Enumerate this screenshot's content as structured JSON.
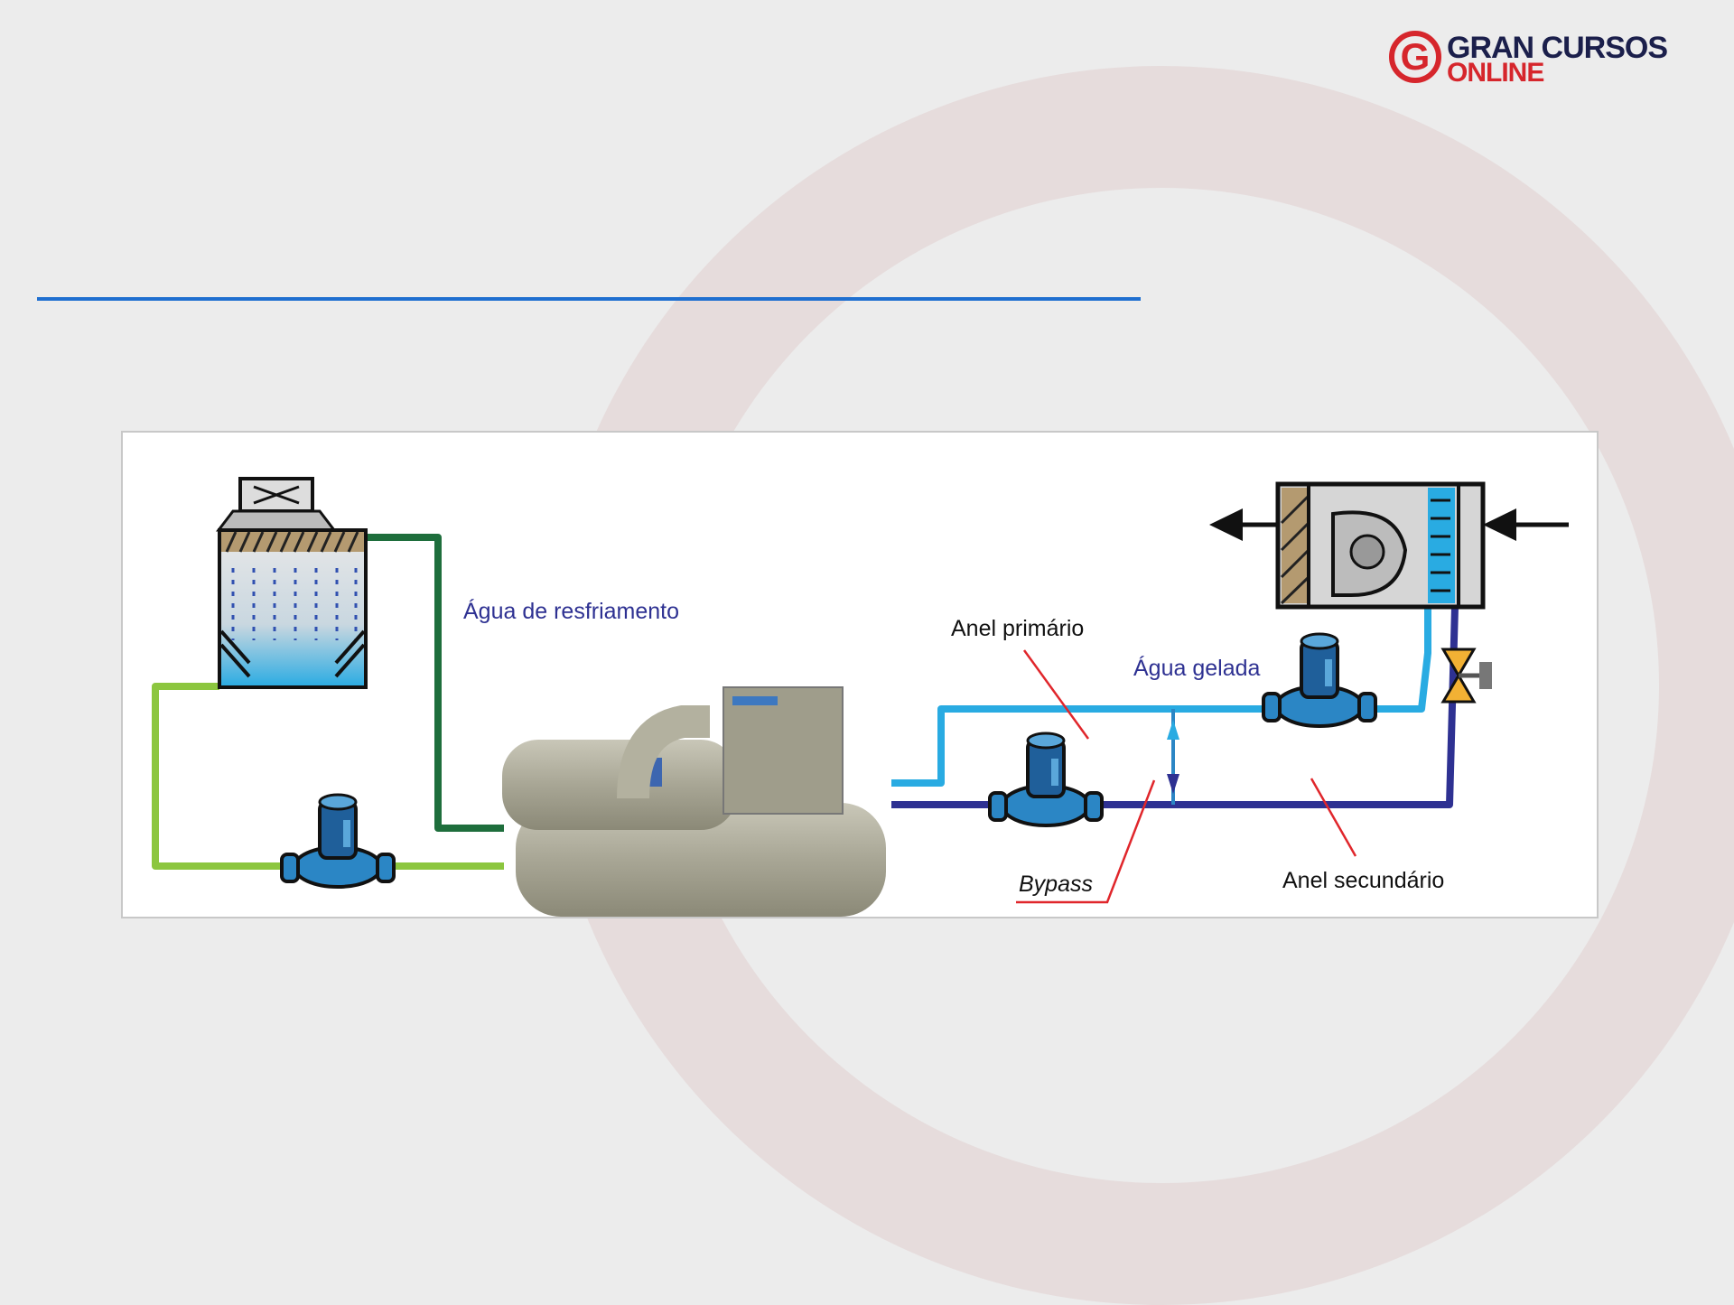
{
  "logo": {
    "mark": "G",
    "line1": "GRAN CURSOS",
    "line2": "ONLINE"
  },
  "diagram": {
    "labels": {
      "cooling_water": "Água de resfriamento",
      "primary_ring": "Anel primário",
      "chilled_water": "Água gelada",
      "bypass": "Bypass",
      "secondary_ring": "Anel secundário"
    }
  },
  "colors": {
    "condenser_supply": "#1e6e3c",
    "condenser_return": "#8cc63f",
    "chilled_supply": "#29abe2",
    "chilled_return": "#2e3192",
    "pointer": "#e0262b",
    "rule": "#1f6fd0"
  }
}
